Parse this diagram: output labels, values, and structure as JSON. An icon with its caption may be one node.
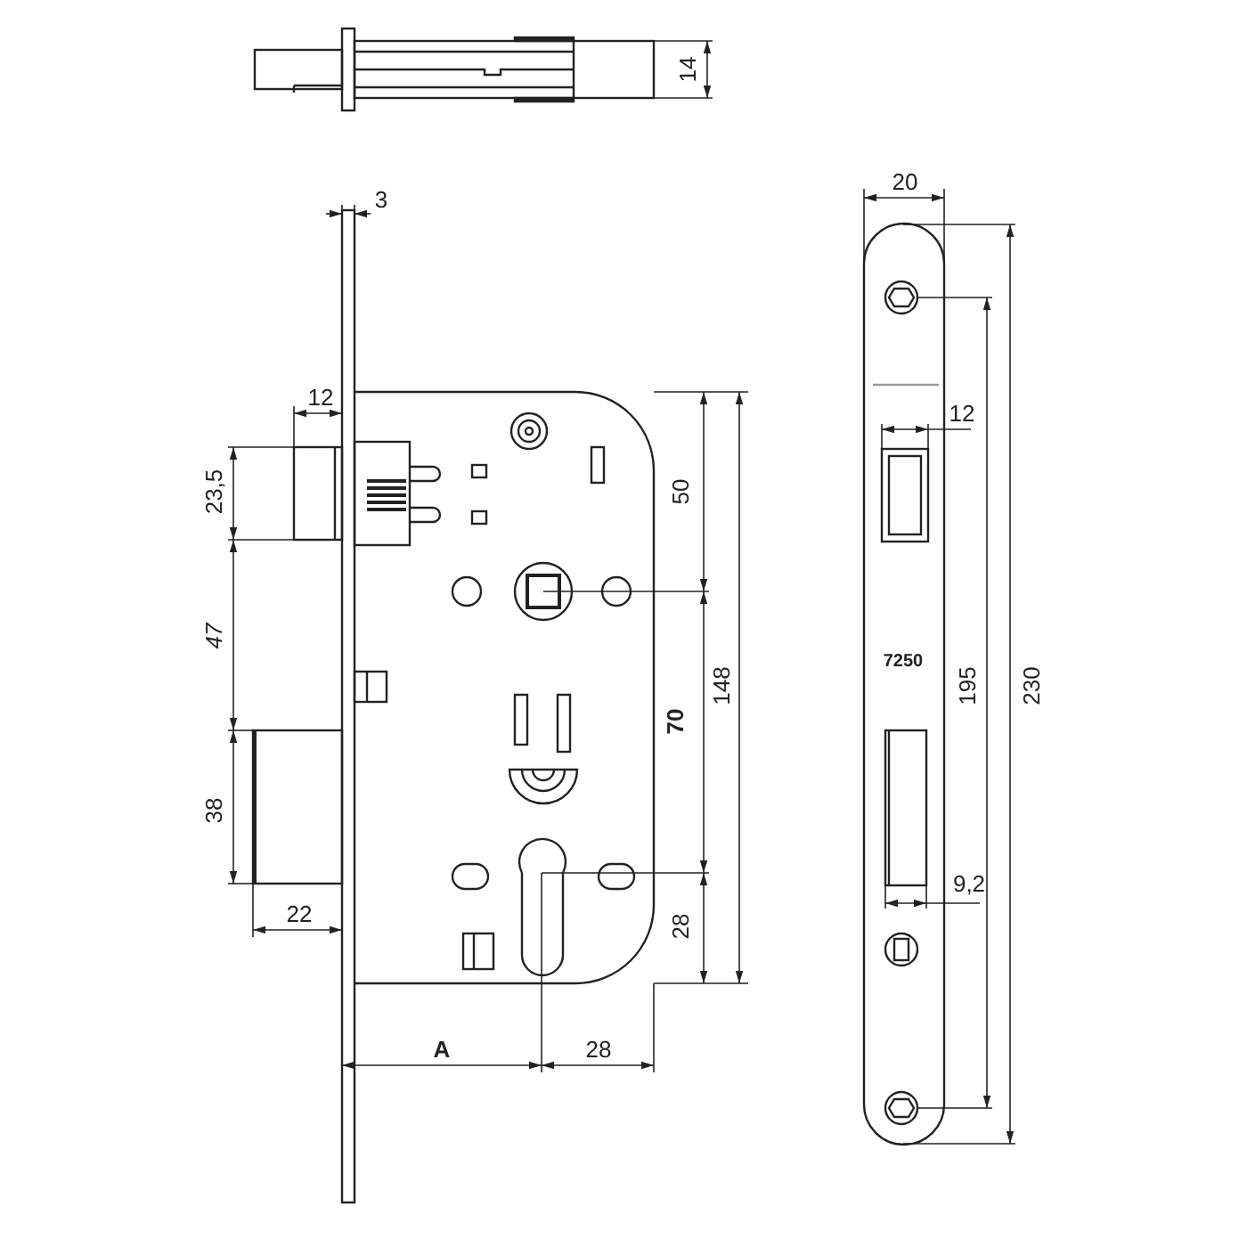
{
  "diagram": {
    "labels": [
      "14",
      "3",
      "20",
      "12",
      "12",
      "23,5",
      "50",
      "47",
      "7250",
      "70",
      "148",
      "195",
      "230",
      "38",
      "9,2",
      "28",
      "22",
      "A",
      "28"
    ]
  }
}
